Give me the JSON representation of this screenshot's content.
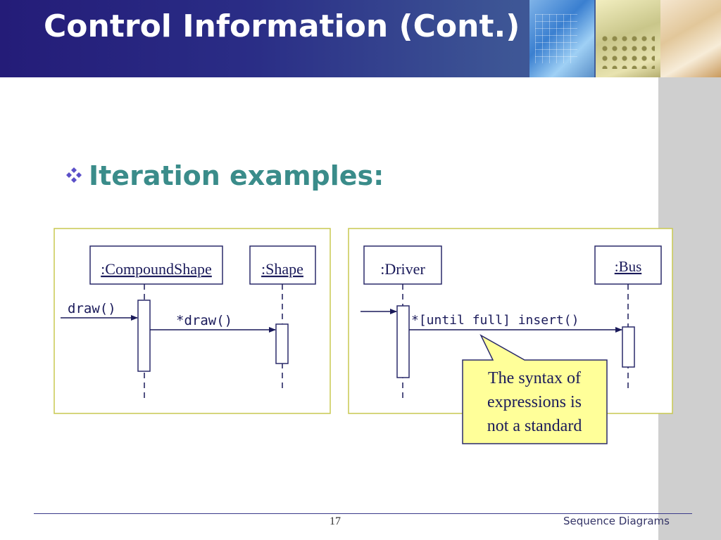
{
  "slide": {
    "title": "Control Information (Cont.)",
    "heading": "Iteration examples:",
    "page_number": "17",
    "footer_title": "Sequence Diagrams"
  },
  "diagram_left": {
    "object1": ":CompoundShape",
    "object2": ":Shape",
    "incoming_message": "draw()",
    "iteration_message": "*draw()"
  },
  "diagram_right": {
    "object1": ":Driver",
    "object2": ":Bus",
    "iteration_message": "*[until full] insert()",
    "note": {
      "line1": "The syntax of",
      "line2": "expressions is",
      "line3": "not a standard"
    }
  },
  "colors": {
    "heading": "#3a8c8a",
    "frame_border": "#c8c850",
    "note_fill": "#ffff99",
    "lifeline_border": "#2a2a6a",
    "header_gradient_start": "#241c78"
  }
}
